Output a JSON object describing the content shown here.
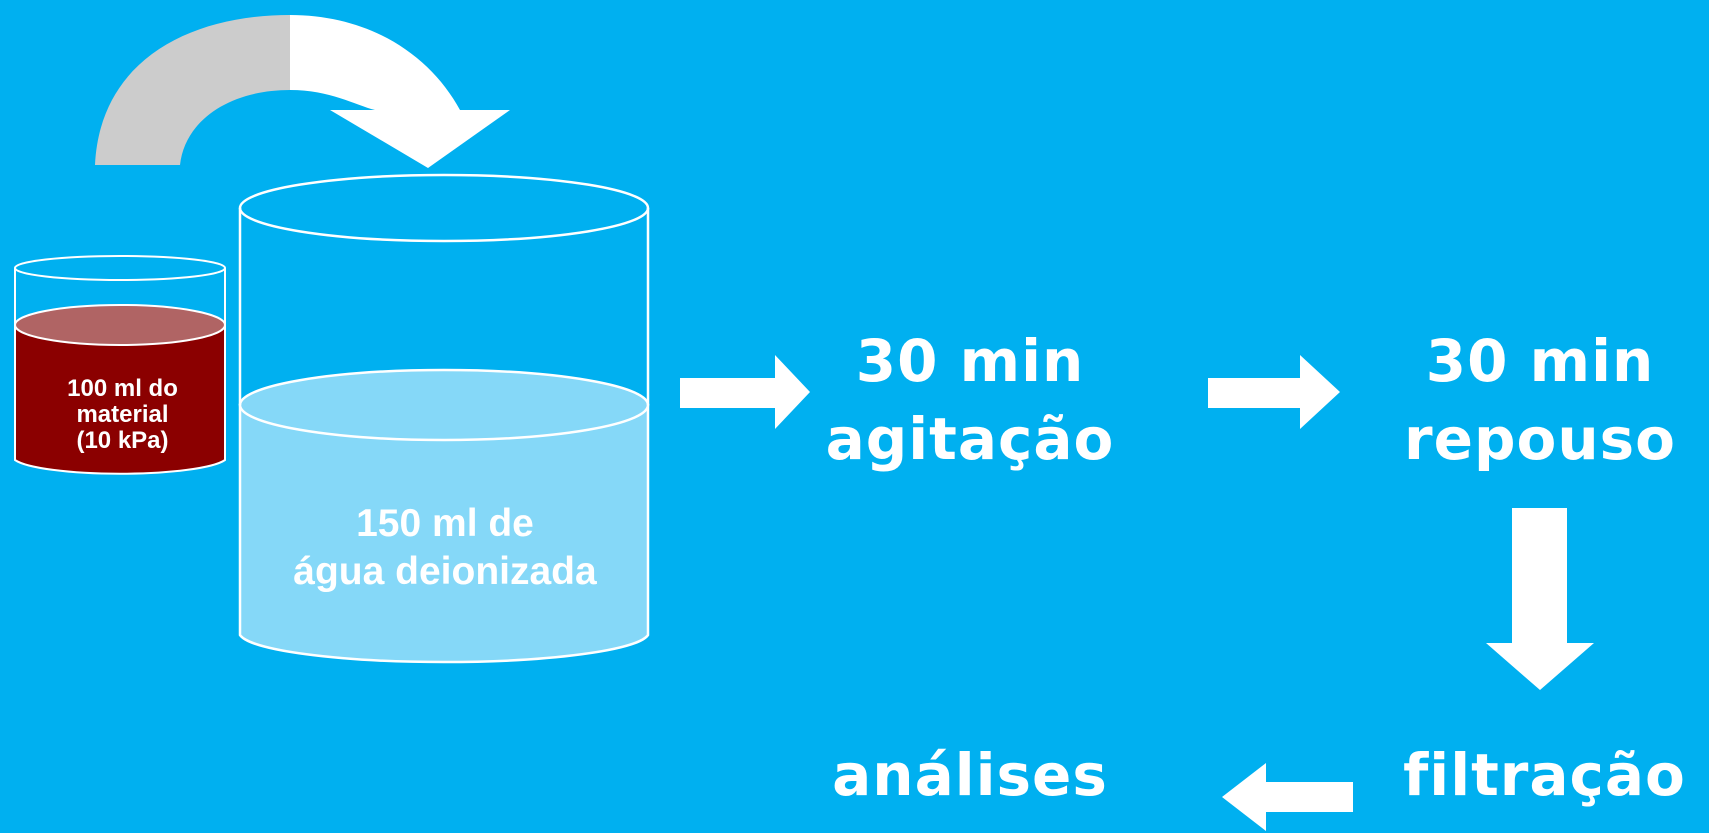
{
  "colors": {
    "background": "#00b0f0",
    "water": "#85d8f8",
    "material_fill": "#8b0000",
    "material_top": "#b06464",
    "outline": "#ffffff",
    "pour_arrow_back": "#cccccc",
    "pour_arrow_front": "#ffffff"
  },
  "small_beaker": {
    "label_lines": [
      "100 ml do",
      "material",
      "(10 kPa)"
    ]
  },
  "large_beaker": {
    "label_lines": [
      "150 ml de",
      "água deionizada"
    ]
  },
  "steps": {
    "agitacao": [
      "30 min",
      "agitação"
    ],
    "repouso": [
      "30 min",
      "repouso"
    ],
    "filtracao": [
      "filtração"
    ],
    "analises": [
      "análises"
    ]
  },
  "flow_arrows": [
    "right-arrow-icon",
    "right-arrow-icon",
    "down-arrow-icon",
    "left-arrow-icon"
  ]
}
